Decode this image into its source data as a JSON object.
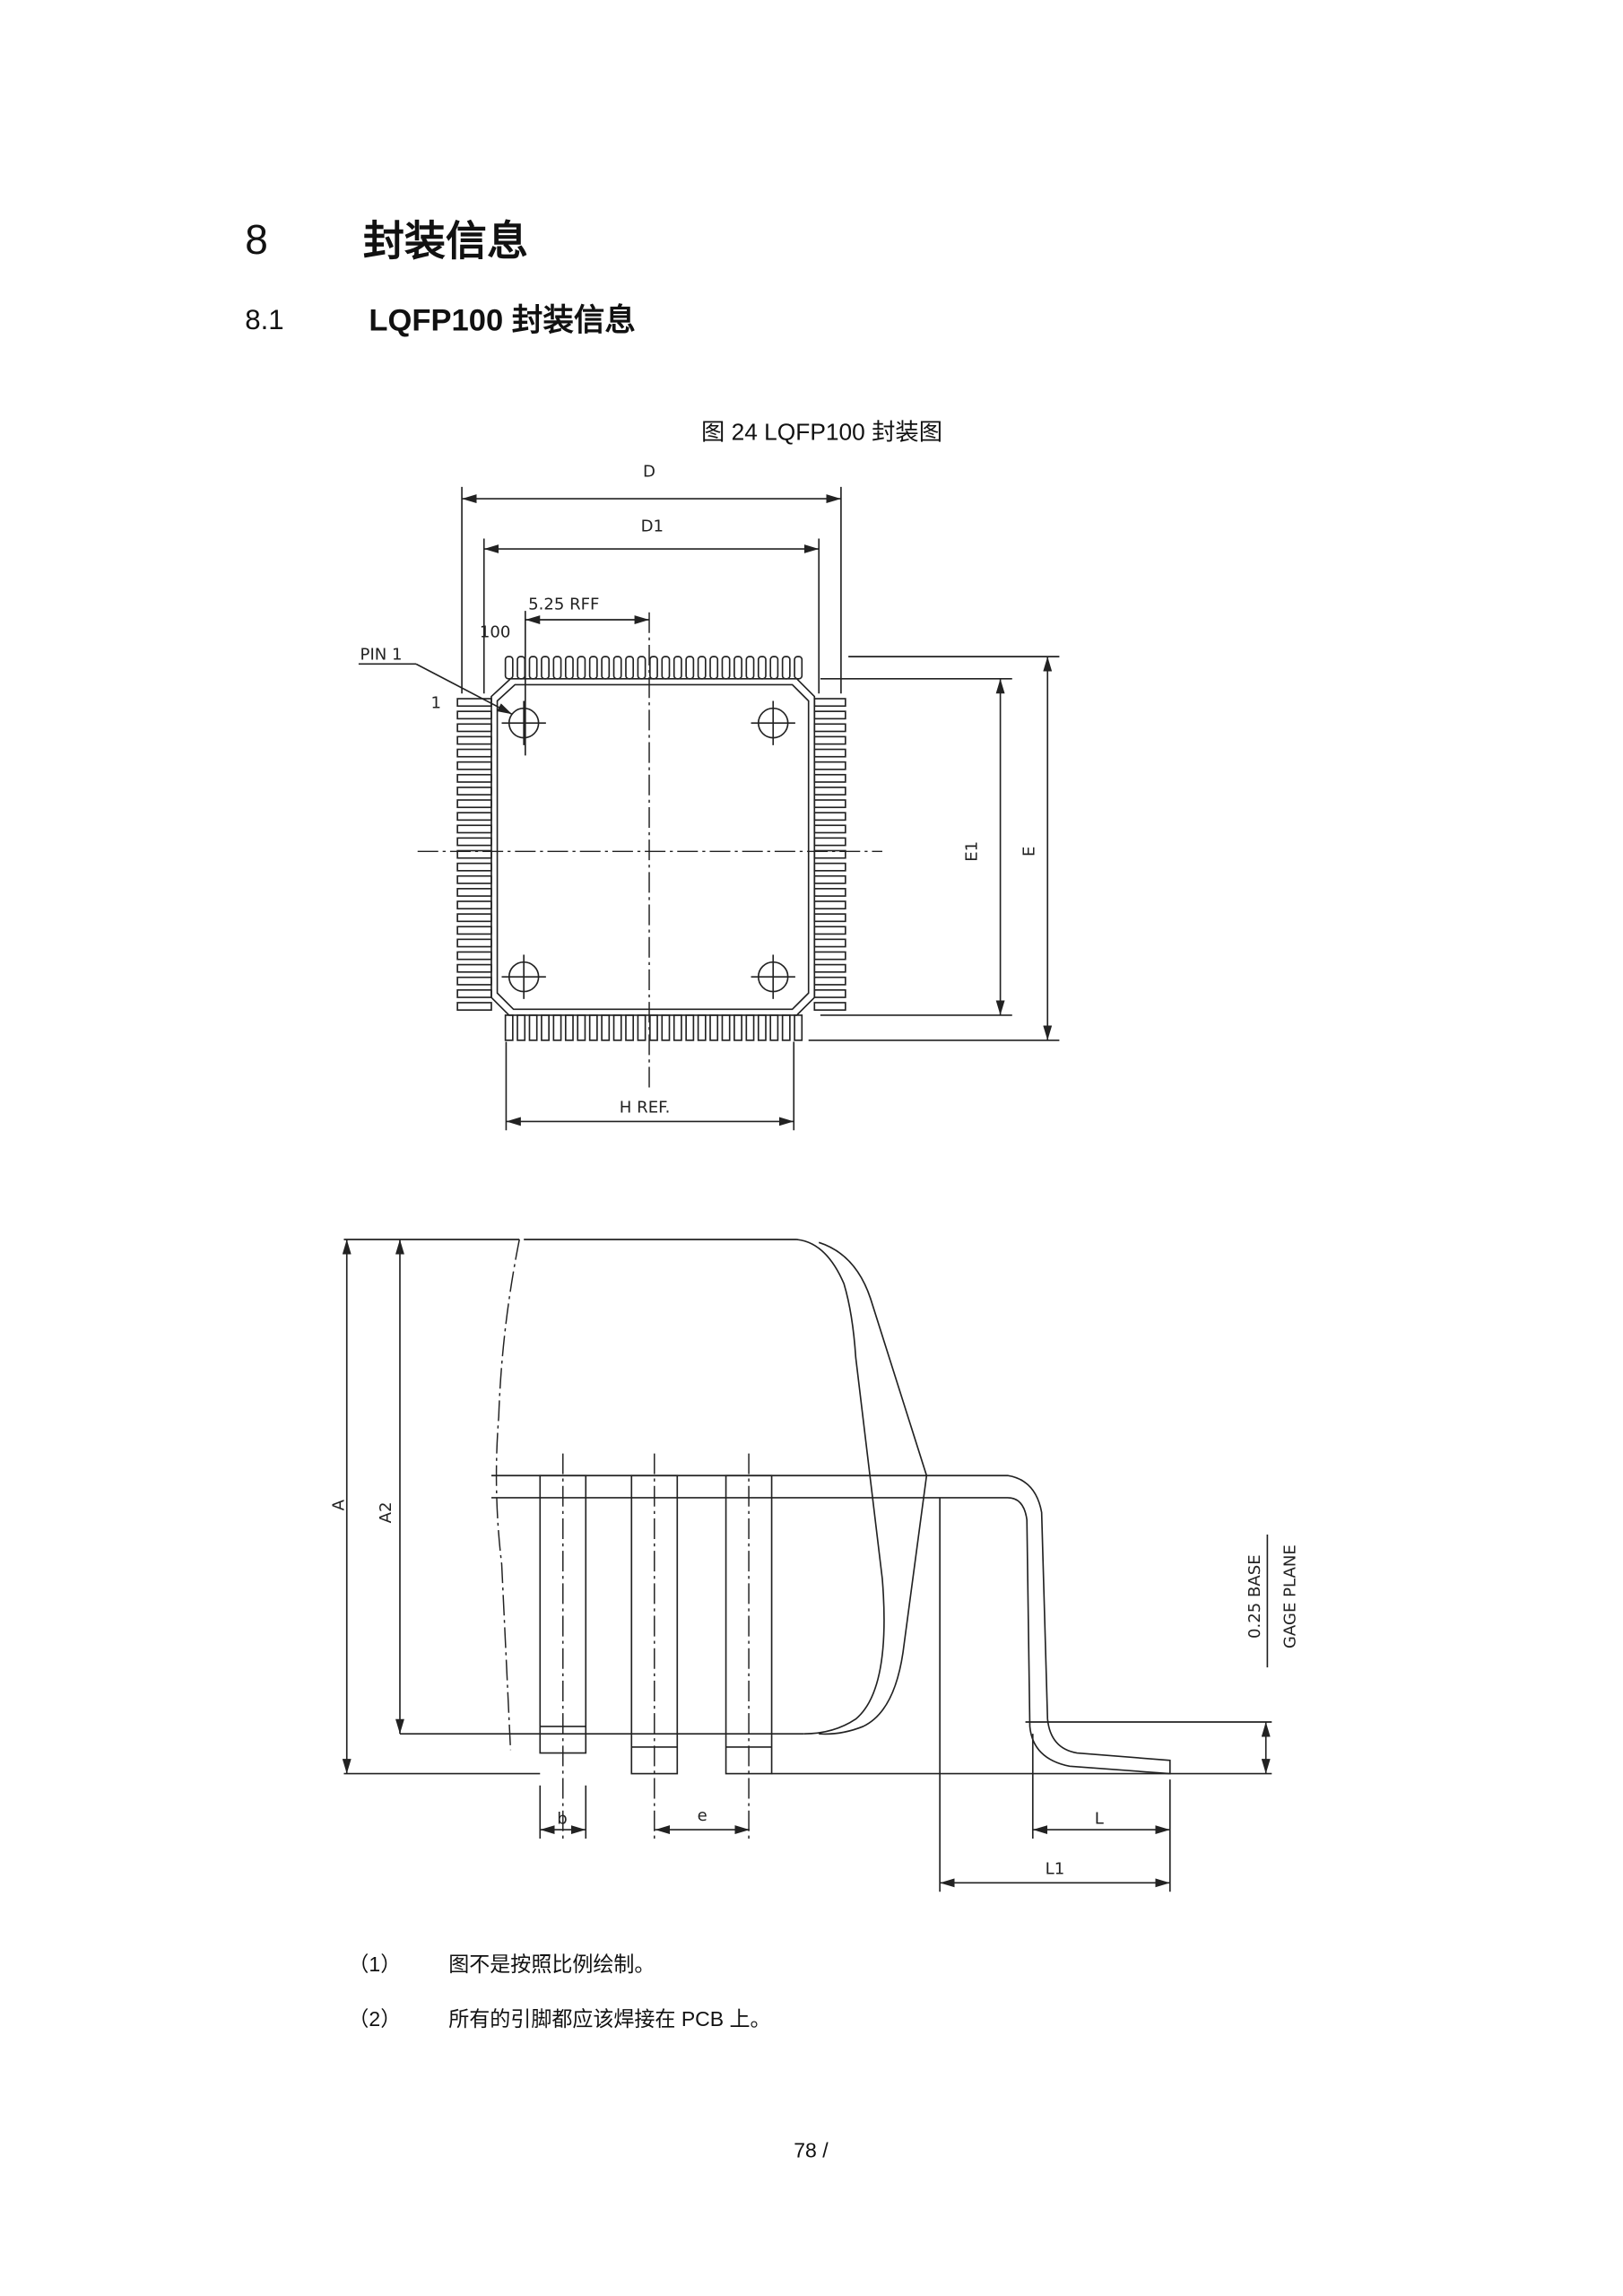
{
  "section": {
    "number": "8",
    "title": "封装信息"
  },
  "subsection": {
    "number": "8.1",
    "title": "LQFP100 封装信息"
  },
  "figure": {
    "caption": "图 24 LQFP100 封装图",
    "top_view": {
      "dim_D": "D",
      "dim_D1": "D1",
      "ref_525": "5.25 RFF",
      "pin_100": "100",
      "pin1_label": "PIN 1",
      "pin_1": "1",
      "dim_E1": "E1",
      "dim_E": "E",
      "h_ref": "H REF.",
      "pins_per_side": 25
    },
    "side_view": {
      "dim_A": "A",
      "dim_A2": "A2",
      "dim_b": "b",
      "dim_e": "e",
      "dim_L": "L",
      "dim_L1": "L1",
      "gage_1": "0.25 BASE",
      "gage_2": "GAGE PLANE"
    }
  },
  "notes": [
    {
      "num": "（1）",
      "text": "图不是按照比例绘制。"
    },
    {
      "num": "（2）",
      "text": "所有的引脚都应该焊接在 PCB 上。"
    }
  ],
  "page_number": "78 /"
}
